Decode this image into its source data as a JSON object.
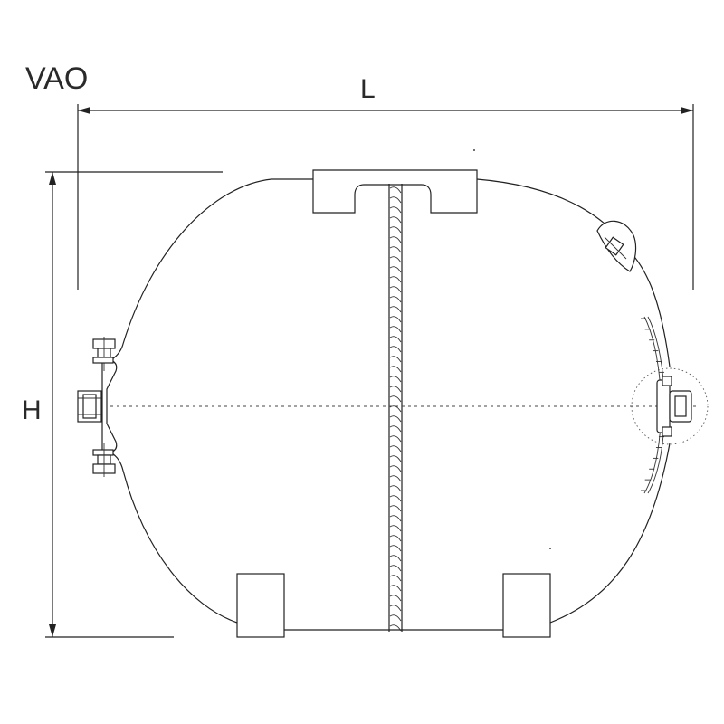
{
  "diagram": {
    "model_label": "VAO",
    "length_label": "L",
    "height_label": "H"
  }
}
